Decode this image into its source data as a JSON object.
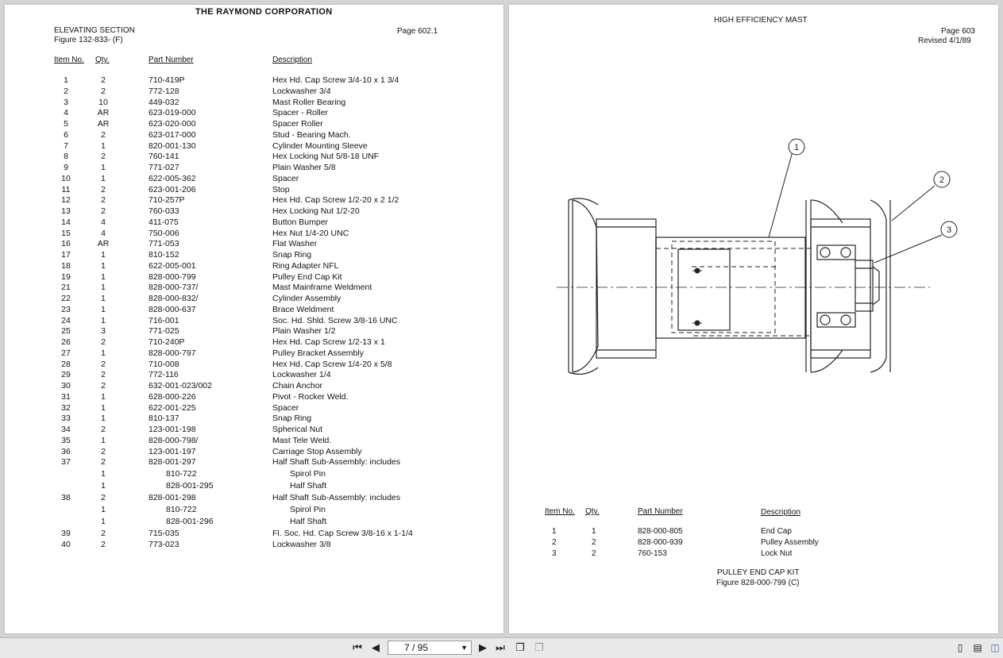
{
  "left_page": {
    "company": "THE RAYMOND CORPORATION",
    "section": "ELEVATING SECTION",
    "figure": "Figure 132-833- (F)",
    "page": "Page 602.1",
    "headers": {
      "item": "Item No.",
      "qty": "Qty.",
      "part": "Part Number",
      "desc": "Description"
    },
    "rows": [
      {
        "item": "1",
        "qty": "2",
        "part": "710-419P",
        "desc": "Hex Hd. Cap Screw 3/4-10 x 1 3/4"
      },
      {
        "item": "2",
        "qty": "2",
        "part": "772-128",
        "desc": "Lockwasher 3/4"
      },
      {
        "item": "3",
        "qty": "10",
        "part": "449-032",
        "desc": "Mast Roller Bearing"
      },
      {
        "item": "4",
        "qty": "AR",
        "part": "623-019-000",
        "desc": "Spacer - Roller"
      },
      {
        "item": "5",
        "qty": "AR",
        "part": "623-020-000",
        "desc": "Spacer Roller"
      },
      {
        "item": "6",
        "qty": "2",
        "part": "623-017-000",
        "desc": "Stud - Bearing Mach."
      },
      {
        "item": "7",
        "qty": "1",
        "part": "820-001-130",
        "desc": "Cylinder Mounting Sleeve"
      },
      {
        "item": "8",
        "qty": "2",
        "part": "760-141",
        "desc": "Hex Locking Nut 5/8-18 UNF"
      },
      {
        "item": "9",
        "qty": "1",
        "part": "771-027",
        "desc": "Plain Washer 5/8"
      },
      {
        "item": "10",
        "qty": "1",
        "part": "622-005-362",
        "desc": "Spacer"
      },
      {
        "item": "11",
        "qty": "2",
        "part": "623-001-206",
        "desc": "Stop"
      },
      {
        "item": "12",
        "qty": "2",
        "part": "710-257P",
        "desc": "Hex Hd. Cap Screw 1/2-20 x 2 1/2"
      },
      {
        "item": "13",
        "qty": "2",
        "part": "760-033",
        "desc": "Hex Locking Nut 1/2-20"
      },
      {
        "item": "14",
        "qty": "4",
        "part": "411-075",
        "desc": "Button Bumper"
      },
      {
        "item": "15",
        "qty": "4",
        "part": "750-006",
        "desc": "Hex Nut 1/4-20 UNC"
      },
      {
        "item": "16",
        "qty": "AR",
        "part": "771-053",
        "desc": "Flat Washer"
      },
      {
        "item": "17",
        "qty": "1",
        "part": "810-152",
        "desc": "Snap Ring"
      },
      {
        "item": "18",
        "qty": "1",
        "part": "622-005-001",
        "desc": "Ring Adapter NFL"
      },
      {
        "item": "19",
        "qty": "1",
        "part": "828-000-799",
        "desc": "Pulley End Cap Kit"
      },
      {
        "item": "21",
        "qty": "1",
        "part": "828-000-737/",
        "desc": "Mast Mainframe Weldment"
      },
      {
        "item": "22",
        "qty": "1",
        "part": "828-000-832/",
        "desc": "Cylinder Assembly"
      },
      {
        "item": "23",
        "qty": "1",
        "part": "828-000-637",
        "desc": "Brace Weldment"
      },
      {
        "item": "24",
        "qty": "1",
        "part": "716-001",
        "desc": "Soc. Hd. Shld. Screw 3/8-16 UNC"
      },
      {
        "item": "25",
        "qty": "3",
        "part": "771-025",
        "desc": "Plain Washer 1/2"
      },
      {
        "item": "26",
        "qty": "2",
        "part": "710-240P",
        "desc": "Hex Hd. Cap Screw 1/2-13 x 1"
      },
      {
        "item": "27",
        "qty": "1",
        "part": "828-000-797",
        "desc": "Pulley Bracket Assembly"
      },
      {
        "item": "28",
        "qty": "2",
        "part": "710-008",
        "desc": "Hex Hd. Cap Screw 1/4-20 x 5/8"
      },
      {
        "item": "29",
        "qty": "2",
        "part": "772-116",
        "desc": "Lockwasher 1/4"
      },
      {
        "item": "30",
        "qty": "2",
        "part": "632-001-023/002",
        "desc": "Chain Anchor"
      },
      {
        "item": "31",
        "qty": "1",
        "part": "628-000-226",
        "desc": "Pivot - Rocker Weld."
      },
      {
        "item": "32",
        "qty": "1",
        "part": "622-001-225",
        "desc": "Spacer"
      },
      {
        "item": "33",
        "qty": "1",
        "part": "810-137",
        "desc": "Snap Ring"
      },
      {
        "item": "34",
        "qty": "2",
        "part": "123-001-198",
        "desc": "Spherical Nut"
      },
      {
        "item": "35",
        "qty": "1",
        "part": "828-000-798/",
        "desc": "Mast Tele Weld."
      },
      {
        "item": "36",
        "qty": "2",
        "part": "123-001-197",
        "desc": "Carriage Stop Assembly"
      },
      {
        "item": "37",
        "qty": "2",
        "part": "828-001-297",
        "desc": "Half Shaft Sub-Assembly:  includes"
      },
      {
        "item": "",
        "qty": "1",
        "part": "810-722",
        "desc": "Spirol Pin",
        "sub": true
      },
      {
        "item": "",
        "qty": "1",
        "part": "828-001-295",
        "desc": "Half Shaft",
        "sub": true
      },
      {
        "item": "38",
        "qty": "2",
        "part": "828-001-298",
        "desc": "Half Shaft Sub-Assembly:  includes"
      },
      {
        "item": "",
        "qty": "1",
        "part": "810-722",
        "desc": "Spirol Pin",
        "sub": true
      },
      {
        "item": "",
        "qty": "1",
        "part": "828-001-296",
        "desc": "Half Shaft",
        "sub": true
      },
      {
        "item": "39",
        "qty": "2",
        "part": "715-035",
        "desc": "Fl. Soc. Hd. Cap Screw 3/8-16 x 1-1/4"
      },
      {
        "item": "40",
        "qty": "2",
        "part": "773-023",
        "desc": "Lockwasher 3/8"
      }
    ]
  },
  "right_page": {
    "title": "HIGH EFFICIENCY MAST",
    "page": "Page 603",
    "revised": "Revised 4/1/89",
    "callouts": [
      "1",
      "2",
      "3"
    ],
    "headers": {
      "item": "Item No.",
      "qty": "Qty.",
      "part": "Part Number",
      "desc": "Description"
    },
    "rows": [
      {
        "item": "1",
        "qty": "1",
        "part": "828-000-805",
        "desc": "End Cap"
      },
      {
        "item": "2",
        "qty": "2",
        "part": "828-000-939",
        "desc": "Pulley Assembly"
      },
      {
        "item": "3",
        "qty": "2",
        "part": "760-153",
        "desc": "Lock Nut"
      }
    ],
    "kit_title": "PULLEY END CAP KIT",
    "kit_figure": "Figure 828-000-799 (C)"
  },
  "toolbar": {
    "page_indicator": "7 / 95",
    "first_icon": "first-page-icon",
    "prev_icon": "prev-page-icon",
    "next_icon": "next-page-icon",
    "last_icon": "last-page-icon"
  }
}
